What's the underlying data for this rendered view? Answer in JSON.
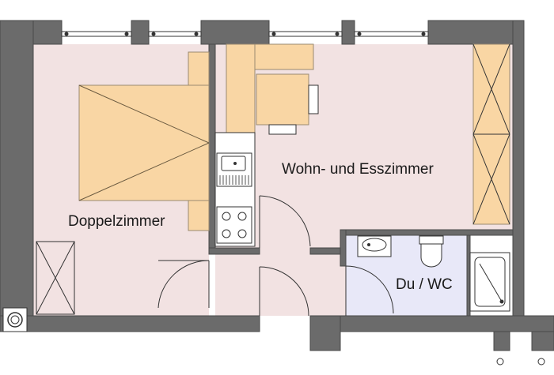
{
  "rooms": {
    "bedroom": {
      "label": "Doppelzimmer"
    },
    "living": {
      "label": "Wohn- und Esszimmer"
    },
    "bath": {
      "label": "Du / WC"
    }
  },
  "colors": {
    "wall": "#6b6b6b",
    "wall_edge": "#4a4a4a",
    "room_fill": "#f2e2e2",
    "bath_fill": "#e8e8f8",
    "furniture_fill": "#f9d6a4",
    "furniture_stroke": "#9a8a70",
    "line": "#333333"
  }
}
